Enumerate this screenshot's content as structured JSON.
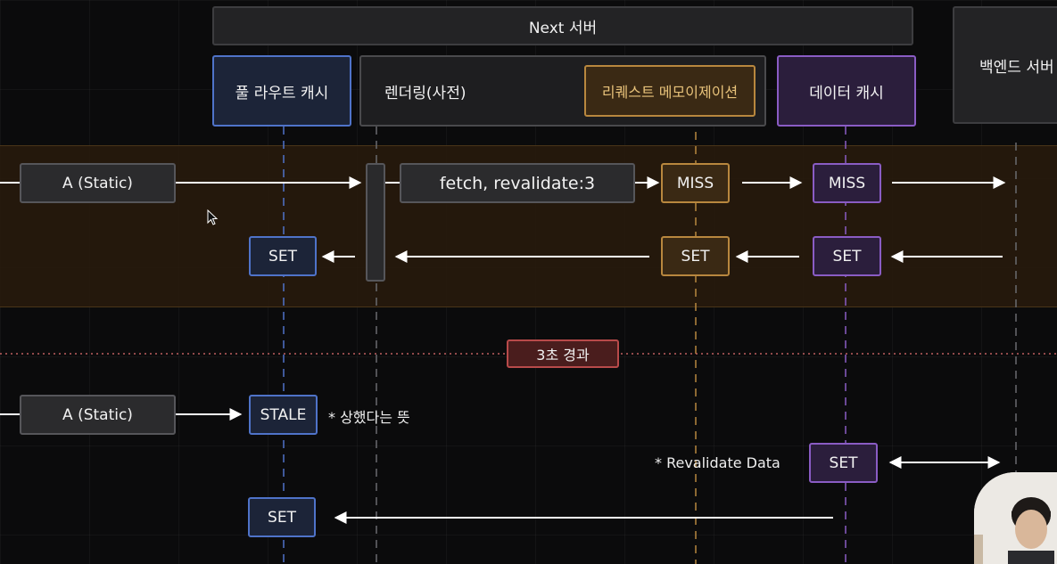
{
  "header": {
    "server_title": "Next 서버",
    "backend_title": "백엔드 서버"
  },
  "columns": {
    "full_route_cache": "풀 라우트 캐시",
    "rendering": "렌더링(사전)",
    "request_memo": "리퀘스트 메모이제이션",
    "data_cache": "데이터 캐시"
  },
  "flow1": {
    "request": "A (Static)",
    "fetch": "fetch, revalidate:3",
    "memo_miss": "MISS",
    "data_miss": "MISS",
    "route_set": "SET",
    "memo_set": "SET",
    "data_set": "SET"
  },
  "separator": {
    "label": "3초 경과"
  },
  "flow2": {
    "request": "A (Static)",
    "stale": "STALE",
    "stale_note": "* 상했다는 뜻",
    "revalidate_note": "* Revalidate Data",
    "data_set": "SET",
    "route_set": "SET"
  },
  "colors": {
    "blue": "#4f73c9",
    "orange": "#b8873e",
    "purple": "#8a5cc4",
    "red": "#b84a4a"
  }
}
